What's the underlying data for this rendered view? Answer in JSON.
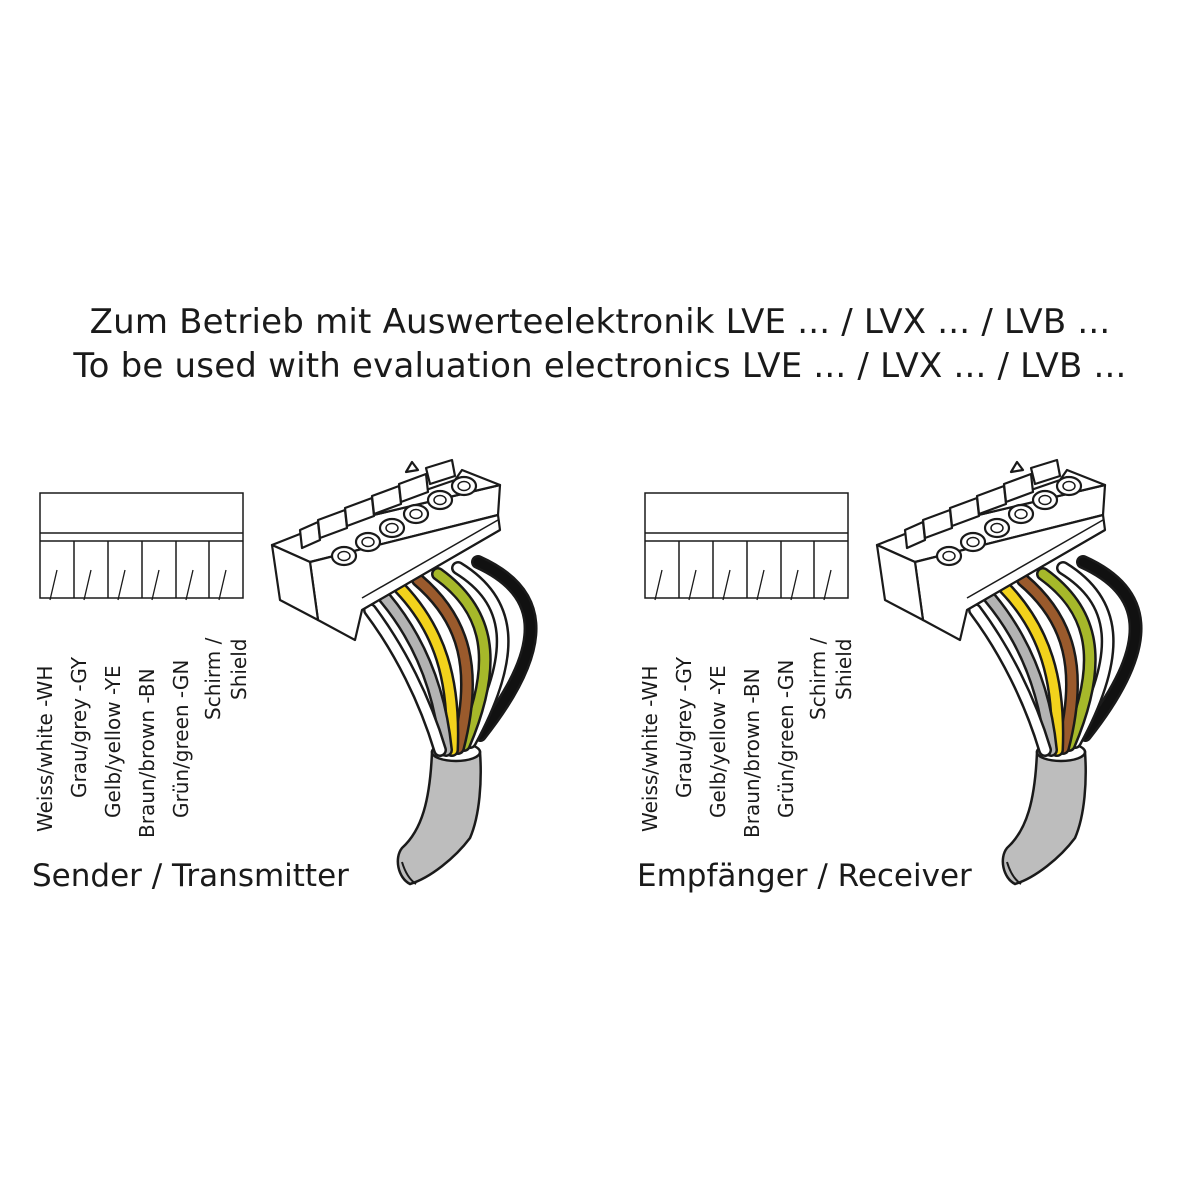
{
  "heading": {
    "line_de": "Zum Betrieb mit Auswerteelektronik LVE ... / LVX ... / LVB ...",
    "line_en": "To be used with evaluation electronics LVE ... / LVX ... / LVB ..."
  },
  "wire_labels": [
    "Weiss/white -WH",
    "Grau/grey -GY",
    "Gelb/yellow -YE",
    "Braun/brown -BN",
    "Grün/green -GN",
    "Schirm /",
    "Shield"
  ],
  "transmitter": {
    "caption": "Sender / Transmitter"
  },
  "receiver": {
    "caption": "Empfänger / Receiver"
  },
  "colors": {
    "white": "#ffffff",
    "grey": "#b3b3b3",
    "yellow": "#f2d21c",
    "brown": "#9a5a2c",
    "green": "#a6b82a",
    "shield": "#111111",
    "sheath": "#bdbdbd",
    "outline": "#1a1a1a"
  }
}
